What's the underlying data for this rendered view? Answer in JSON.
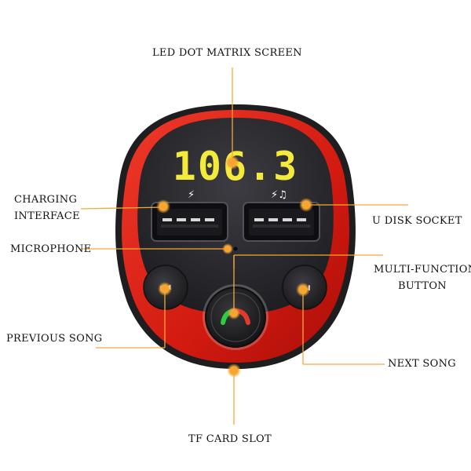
{
  "display": {
    "frequency": "106.3"
  },
  "labels": {
    "top": "LED DOT MATRIX SCREEN",
    "charging_line1": "CHARGING",
    "charging_line2": "INTERFACE",
    "udisk": "U DISK SOCKET",
    "microphone": "MICROPHONE",
    "multi_line1": "MULTI-FUNCTION",
    "multi_line2": "BUTTON",
    "previous": "PREVIOUS SONG",
    "next": "NEXT SONG",
    "tfcard": "TF CARD SLOT"
  },
  "colors": {
    "shell_red": "#d91c12",
    "body_dark": "#2a2a2e",
    "led_yellow": "#f4ea3c",
    "leader_orange": "#f4a83a",
    "indicator_green": "#2ecc40",
    "indicator_red": "#e23b2b"
  },
  "icons": {
    "charge_icon": "lightning-icon",
    "usb_icon": "lightning-music-icon",
    "prev_icon": "skip-previous-icon",
    "next_icon": "skip-next-icon",
    "phone_icon": "phone-handset-icon"
  }
}
